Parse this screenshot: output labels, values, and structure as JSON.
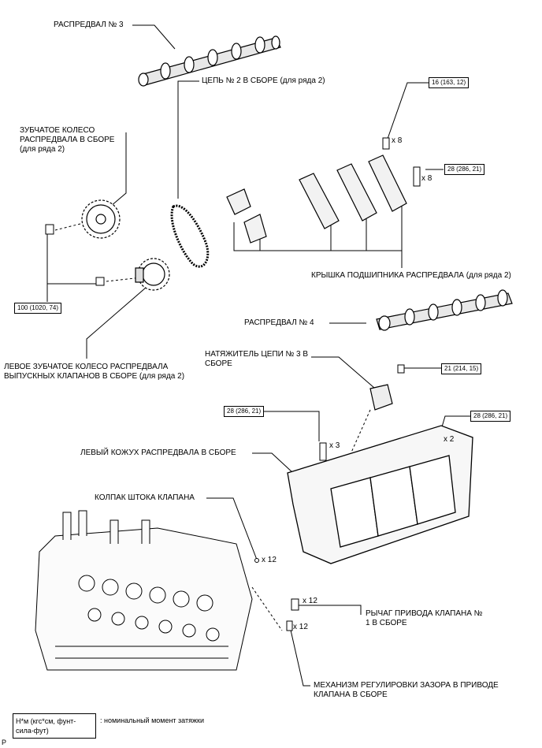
{
  "labels": {
    "camshaft3": "РАСПРЕДВАЛ № 3",
    "chain2": "ЦЕПЬ № 2 В СБОРЕ (для ряда 2)",
    "sprocket": "ЗУБЧАТОЕ КОЛЕСО РАСПРЕДВАЛА В СБОРЕ (для ряда 2)",
    "bearing_cap": "КРЫШКА ПОДШИПНИКА РАСПРЕДВАЛА (для ряда 2)",
    "camshaft4": "РАСПРЕДВАЛ № 4",
    "exhaust_gear": "ЛЕВОЕ ЗУБЧАТОЕ КОЛЕСО РАСПРЕДВАЛА ВЫПУСКНЫХ КЛАПАНОВ В СБОРЕ (для ряда 2)",
    "tensioner": "НАТЯЖИТЕЛЬ ЦЕПИ № 3 В СБОРЕ",
    "housing": "ЛЕВЫЙ КОЖУХ РАСПРЕДВАЛА В СБОРЕ",
    "valve_cap": "КОЛПАК ШТОКА КЛАПАНА",
    "rocker": "РЫЧАГ ПРИВОДА КЛАПАНА № 1 В СБОРЕ",
    "adjuster": "МЕХАНИЗМ РЕГУЛИРОВКИ ЗАЗОРА В ПРИВОДЕ КЛАПАНА В СБОРЕ"
  },
  "torques": {
    "t1": "16 (163, 12)",
    "t2": "28 (286, 21)",
    "t3": "100 (1020, 74)",
    "t4": "21 (214, 15)",
    "t5": "28 (286, 21)",
    "t6": "28 (286, 21)"
  },
  "counts": {
    "c1": "x 8",
    "c2": "x 8",
    "c3": "x 3",
    "c4": "x 2",
    "c5": "x 12",
    "c6": "x 12",
    "c7": "x 12"
  },
  "legend": {
    "unit": "Н*м (кгс*см, фунт-сила-фут)",
    "desc": ": номинальный момент затяжки"
  },
  "corner_mark": "P"
}
